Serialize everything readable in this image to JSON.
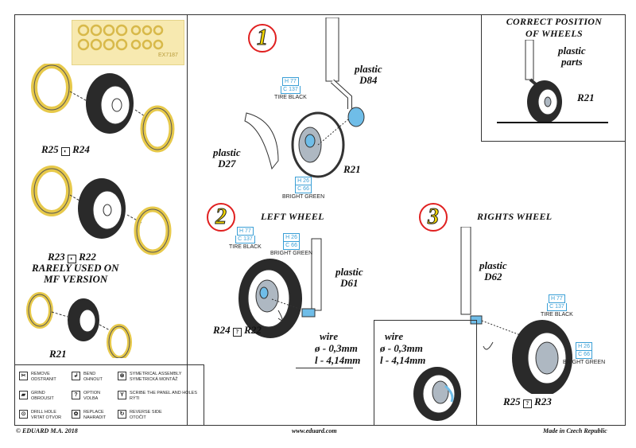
{
  "labels": {
    "r25_r24": "R25",
    "r25_r24_b": "R24",
    "r23_r22": "R23",
    "r23_r22_b": "R22",
    "rarely_used": "RARELY USED ON",
    "mf_version": "MF VERSION",
    "r21_left": "R21",
    "correct_position": "CORRECT POSITION",
    "of_wheels": "OF WHEELS",
    "plastic_parts_1": "plastic",
    "plastic_parts_2": "parts",
    "r21_corner": "R21",
    "plastic_d84_1": "plastic",
    "plastic_d84_2": "D84",
    "plastic_d27_1": "plastic",
    "plastic_d27_2": "D27",
    "r21_step1": "R21",
    "left_wheel": "LEFT WHEEL",
    "rights_wheel": "RIGHTS WHEEL",
    "plastic_d61_1": "plastic",
    "plastic_d61_2": "D61",
    "plastic_d62_1": "plastic",
    "plastic_d62_2": "D62",
    "r24_r22_a": "R24",
    "r24_r22_b": "R22",
    "r25_r23_a": "R25",
    "r25_r23_b": "R23",
    "wire_left": "wire",
    "wire_left_d": "ø - 0,3mm",
    "wire_left_l": "l - 4,14mm",
    "wire_right": "wire",
    "wire_right_d": "ø - 0,3mm",
    "wire_right_l": "l - 4,14mm",
    "sheet_code": "EX7187"
  },
  "steps": [
    "1",
    "2",
    "3"
  ],
  "paint_chips": {
    "tire_h": "H 77",
    "tire_c": "C 137",
    "tire_name": "TIRE BLACK",
    "hub_h": "H 26",
    "hub_c": "C 66",
    "hub_name": "BRIGHT GREEN"
  },
  "legend": [
    {
      "icon": "remove-icon",
      "glyph": "✂",
      "line1": "REMOVE",
      "line2": "ODSTRANIT"
    },
    {
      "icon": "bend-icon",
      "glyph": "↲",
      "line1": "BEND",
      "line2": "OHNOUT"
    },
    {
      "icon": "symmetrical-assembly-icon",
      "glyph": "⊗",
      "line1": "SYMETRICAL ASSEMBLY",
      "line2": "SYMETRICKÁ MONTÁŽ"
    },
    {
      "icon": "grind-icon",
      "glyph": "▰",
      "line1": "GRIND",
      "line2": "OBROUSIT"
    },
    {
      "icon": "option-icon",
      "glyph": "?",
      "line1": "OPTION",
      "line2": "VOLBA"
    },
    {
      "icon": "scribe-icon",
      "glyph": "Y",
      "line1": "SCRIBE THE PANEL AND HOLES",
      "line2": "RÝTI"
    },
    {
      "icon": "drill-hole-icon",
      "glyph": "⊙",
      "line1": "DRILL HOLE",
      "line2": "VRTAT OTVOR"
    },
    {
      "icon": "replace-icon",
      "glyph": "✿",
      "line1": "REPLACE",
      "line2": "NAHRADIT"
    },
    {
      "icon": "reverse-side-icon",
      "glyph": "↻",
      "line1": "REVERSE SIDE",
      "line2": "OTOČIT"
    }
  ],
  "footer": {
    "left": "© EDUARD  M.A. 2018",
    "center": "www.eduard.com",
    "right": "Made in Czech Republic"
  },
  "colors": {
    "mask": "#f3e08a",
    "step_circle": "#e02020",
    "step_number": "#f0d400",
    "paint_chip": "#3a9fd6"
  }
}
